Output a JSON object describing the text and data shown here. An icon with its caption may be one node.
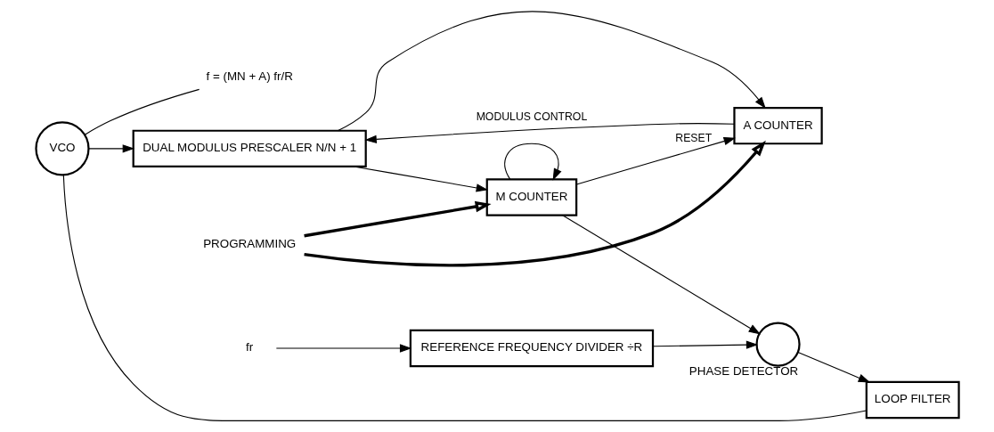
{
  "diagram": {
    "nodes": [
      {
        "text": [
          "VCO"
        ]
      },
      {
        "text": [
          "f = (MN + A) fr/R"
        ]
      },
      {
        "text": [
          "DUAL MODULUS PRESCALER N/N + 1"
        ]
      },
      {
        "text": [
          "PROGRAMMING"
        ]
      },
      {
        "text": [
          "A COUNTER"
        ]
      },
      {
        "text": [
          "M COUNTER"
        ]
      },
      {
        "text": [
          "PHASE DETECTOR"
        ]
      },
      {
        "text": [
          "REFERENCE FREQUENCY DIVIDER ÷R"
        ]
      },
      {
        "text": [
          "fr"
        ]
      },
      {
        "text": [
          "LOOP FILTER"
        ]
      }
    ],
    "edges": [
      {
        "from": 0,
        "to": 2,
        "arrow": "to"
      },
      {
        "from": 0,
        "to": 1,
        "arrow": "none"
      },
      {
        "from": 2,
        "to": 4,
        "arrow": "to"
      },
      {
        "from": 2,
        "to": 5,
        "arrow": "to"
      },
      {
        "from": 4,
        "to": 2,
        "arrow": "to",
        "label": "MODULUS CONTROL"
      },
      {
        "from": 3,
        "to": 4,
        "arrow": "to",
        "style": "thick"
      },
      {
        "from": 3,
        "to": 5,
        "arrow": "to",
        "style": "thick"
      },
      {
        "from": 5,
        "to": 6,
        "arrow": "to"
      },
      {
        "from": 5,
        "to": 4,
        "arrow": "to",
        "label": "RESET"
      },
      {
        "from": 5,
        "to": 5,
        "arrow": "to"
      },
      {
        "from": 7,
        "to": 6,
        "arrow": "to"
      },
      {
        "from": 8,
        "to": 7,
        "arrow": "to"
      },
      {
        "from": 6,
        "to": 9,
        "arrow": "to"
      },
      {
        "from": 9,
        "to": 0,
        "arrow": "none"
      }
    ]
  }
}
